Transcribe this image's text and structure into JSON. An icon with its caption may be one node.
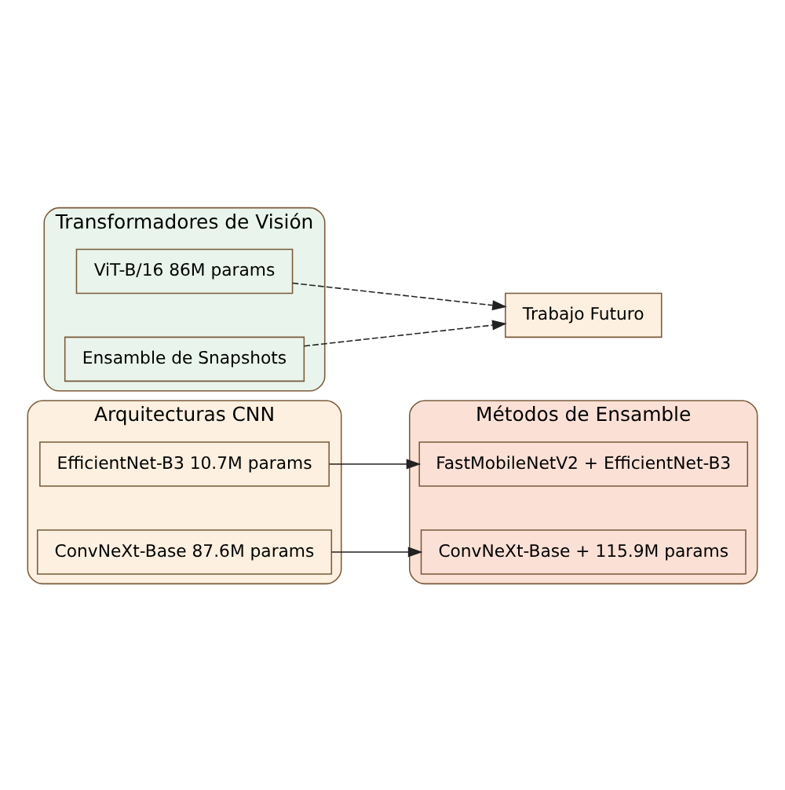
{
  "diagram": {
    "nodes": [
      {
        "text": [
          "Arquitecturas CNN"
        ]
      },
      {
        "text": [
          "EfficientNet-B3 10.7M params"
        ],
        "in": 0
      },
      {
        "text": [
          "ConvNeXt-Base 87.6M params"
        ],
        "in": 0
      },
      {
        "text": [
          "Métodos de Ensamble"
        ]
      },
      {
        "text": [
          "FastMobileNetV2 + EfficientNet-B3"
        ],
        "in": 3
      },
      {
        "text": [
          "ConvNeXt-Base + 115.9M params"
        ],
        "in": 3
      },
      {
        "text": [
          "Transformadores de Visión"
        ]
      },
      {
        "text": [
          "ViT-B/16 86M params"
        ],
        "in": 6
      },
      {
        "text": [
          "Ensamble de Snapshots"
        ],
        "in": 6
      },
      {
        "text": [
          "Trabajo Futuro"
        ]
      }
    ],
    "edges": [
      {
        "from": 1,
        "to": 4,
        "arrow": "to"
      },
      {
        "from": 2,
        "to": 5,
        "arrow": "to"
      },
      {
        "from": 7,
        "to": 9,
        "arrow": "to",
        "style": "dashed"
      },
      {
        "from": 8,
        "to": 9,
        "arrow": "to",
        "style": "dashed"
      }
    ]
  }
}
